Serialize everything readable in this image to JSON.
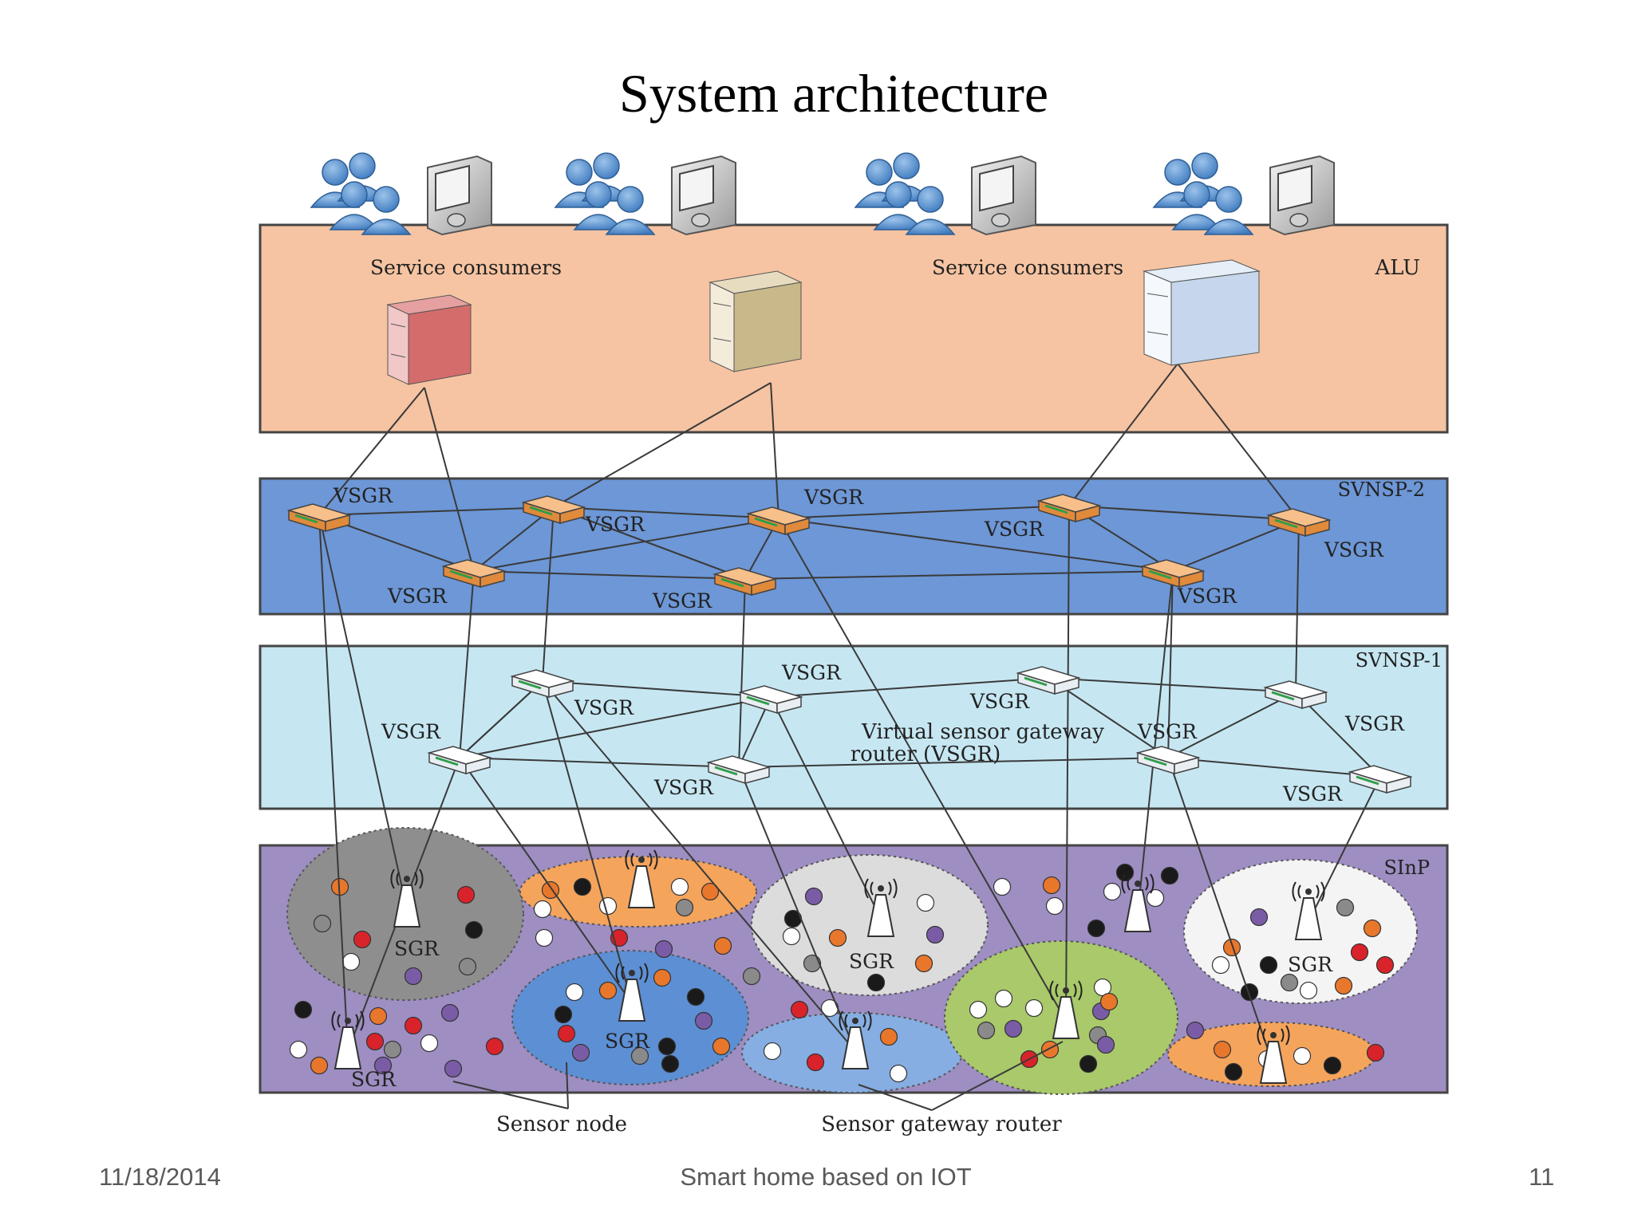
{
  "slide": {
    "title": "System architecture",
    "footer_date": "11/18/2014",
    "footer_center": "Smart home based on IOT",
    "page_number": "11"
  },
  "layers": {
    "alu": {
      "name": "ALU",
      "left_consumers": "Service consumers",
      "right_consumers": "Service consumers",
      "color": "#f6c4a2"
    },
    "svnsp2": {
      "name": "SVNSP-2",
      "color": "#6d97d6"
    },
    "svnsp1": {
      "name": "SVNSP-1",
      "color": "#c6e7f2"
    },
    "sinp": {
      "name": "SInP",
      "color": "#9e8ec2"
    }
  },
  "router_label": "VSGR",
  "vsgr_caption_line1": "Virtual sensor gateway",
  "vsgr_caption_line2": "router (VSGR)",
  "sgr_label": "SGR",
  "callouts": {
    "sensor_node": "Sensor node",
    "sensor_gateway_router": "Sensor gateway router"
  },
  "icons": [
    "user-group-icon",
    "pda-device-icon",
    "server-icon",
    "router-icon",
    "antenna-tower-icon",
    "sensor-node-icon"
  ]
}
